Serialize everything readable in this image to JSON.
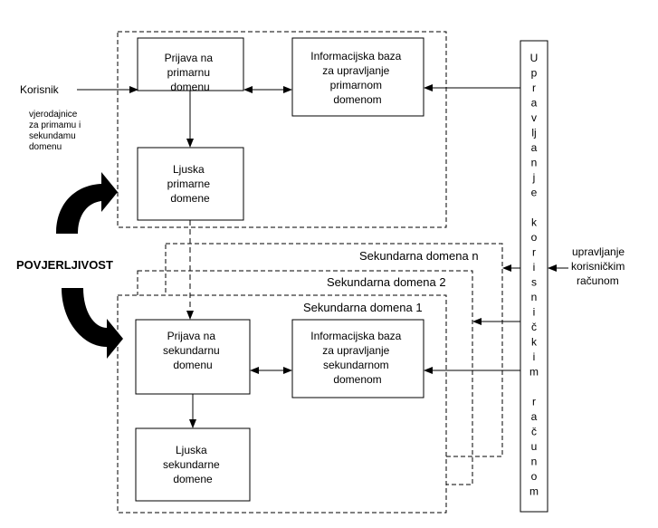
{
  "user_label": "Korisnik",
  "credentials_label": [
    "vjerodajnice",
    "za primamu i",
    "sekundamu",
    "domenu"
  ],
  "trust_label": "POVJERLJIVOST",
  "primary": {
    "login": [
      "Prijava na",
      "primarnu",
      "domenu"
    ],
    "infobase": [
      "Informacijska baza",
      "za upravljanje",
      "primarnom",
      "domenom"
    ],
    "shell": [
      "Ljuska",
      "primarne",
      "domene"
    ]
  },
  "secondary_labels": {
    "n": "Sekundarna domena n",
    "two": "Sekundarna domena 2",
    "one": "Sekundarna domena 1"
  },
  "secondary": {
    "login": [
      "Prijava na",
      "sekundarnu",
      "domenu"
    ],
    "infobase": [
      "Informacijska baza",
      "za upravljanje",
      "sekundarnom",
      "domenom"
    ],
    "shell": [
      "Ljuska",
      "sekundarne",
      "domene"
    ]
  },
  "account_mgmt_vertical": [
    "U",
    "p",
    "r",
    "a",
    "v",
    "lj",
    "a",
    "n",
    "j",
    "e",
    "",
    "k",
    "o",
    "r",
    "i",
    "s",
    "n",
    "i",
    "č",
    "k",
    "i",
    "m",
    "",
    "r",
    "a",
    "č",
    "u",
    "n",
    "o",
    "m"
  ],
  "external_mgmt": [
    "upravljanje",
    "korisničkim",
    "računom"
  ]
}
